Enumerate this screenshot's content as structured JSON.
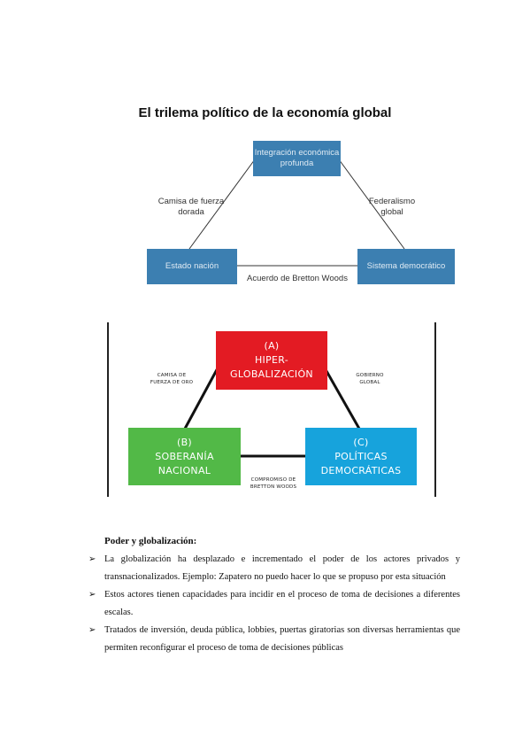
{
  "diagram1": {
    "title": "El trilema político de la economía global",
    "top_box": "Integración económica profunda",
    "left_box": "Estado nación",
    "right_box": "Sistema democrático",
    "left_edge": "Camisa de fuerza dorada",
    "right_edge": "Federalismo global",
    "bottom_edge": "Acuerdo de Bretton Woods",
    "box_color": "#3c7fb1"
  },
  "diagram2": {
    "top_box": {
      "letter": "(A)",
      "label": "HIPER-GLOBALIZACIÓN",
      "color": "#e31b23"
    },
    "left_box": {
      "letter": "(B)",
      "label": "SOBERANÍA NACIONAL",
      "color": "#52b947"
    },
    "right_box": {
      "letter": "(C)",
      "label": "POLÍTICAS DEMOCRÁTICAS",
      "color": "#17a3dc"
    },
    "left_edge": "CAMISA DE FUERZA DE ORO",
    "right_edge": "GOBIERNO GLOBAL",
    "bottom_edge": "COMPROMISO DE BRETTON WOODS"
  },
  "section": {
    "title": "Poder y globalización:",
    "bullets": [
      "La globalización ha desplazado e incrementado el poder de los actores privados y transnacionalizados. Ejemplo: Zapatero no puedo hacer lo que se propuso por esta situación",
      "Estos actores tienen capacidades para incidir en el proceso de toma de decisiones a diferentes escalas.",
      "Tratados de inversión, deuda pública, lobbies, puertas giratorias son diversas herramientas que permiten reconfigurar el proceso de toma de decisiones públicas"
    ]
  }
}
